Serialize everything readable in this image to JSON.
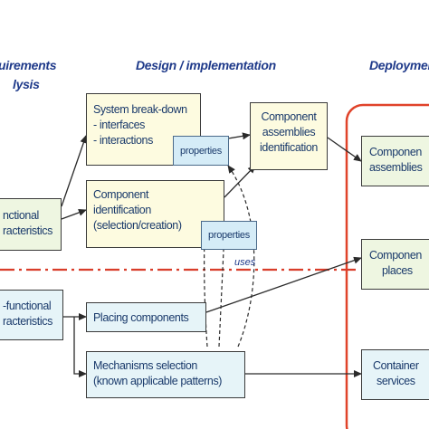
{
  "headers": {
    "requirements": "uirements",
    "analysis": "lysis",
    "design": "Design / implementation",
    "deployment": "Deploymen"
  },
  "nodes": {
    "functional": [
      "nctional",
      "racteristics"
    ],
    "nonfunctional": [
      "-functional",
      "racteristics"
    ],
    "breakdown": [
      "System break-down",
      "- interfaces",
      "- interactions"
    ],
    "identification": [
      "Component",
      "identification",
      "(selection/creation)"
    ],
    "assemblies_ident": [
      "Component",
      "assemblies",
      "identification"
    ],
    "placing": "Placing components",
    "mechanisms": [
      "Mechanisms selection",
      "(known applicable patterns)"
    ],
    "dep_assemblies": [
      "Componen",
      "assemblies"
    ],
    "dep_places": [
      "Componen",
      "places"
    ],
    "dep_container": [
      "Container",
      "services"
    ]
  },
  "tags": {
    "properties_1": "properties",
    "properties_2": "properties"
  },
  "edge_labels": {
    "uses": "uses"
  },
  "colors": {
    "heading": "#1f3a8a",
    "text": "#1a3a6b",
    "deployment_frame": "#e0432a",
    "separator": "#d93d2a",
    "yellow_box": "#fdfbe0",
    "green_box": "#eef6e1",
    "blue_box": "#e6f4f8",
    "tag_fill": "#d5ecf7"
  }
}
